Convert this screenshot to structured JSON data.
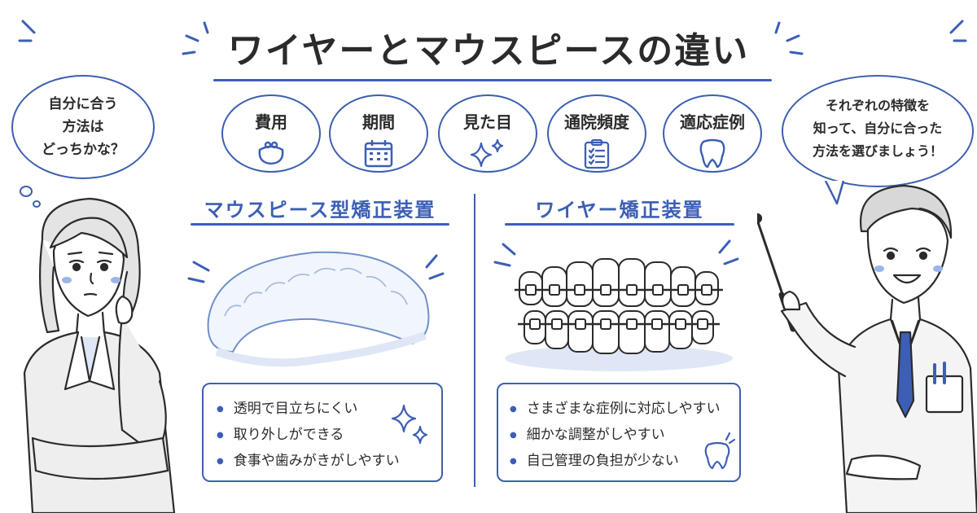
{
  "title": "ワイヤーとマウスピースの違い",
  "categories": [
    {
      "label": "費用",
      "icon": "coin-purse-icon"
    },
    {
      "label": "期間",
      "icon": "calendar-icon"
    },
    {
      "label": "見た目",
      "icon": "sparkle-icon"
    },
    {
      "label": "通院頻度",
      "icon": "checklist-icon"
    },
    {
      "label": "適応症例",
      "icon": "tooth-icon"
    }
  ],
  "left_bubble": {
    "lines": [
      "自分に合う",
      "方法は",
      "どっちかな？"
    ]
  },
  "right_bubble": {
    "lines": [
      "それぞれの特徴を",
      "知って、自分に合った",
      "方法を選びましょう！"
    ]
  },
  "mouthpiece": {
    "title": "マウスピース型矯正装置",
    "features": [
      "透明で目立ちにくい",
      "取り外しができる",
      "食事や歯みがきがしやすい"
    ]
  },
  "wire": {
    "title": "ワイヤー矯正装置",
    "features": [
      "さまざまな症例に対応しやすい",
      "細かな調整がしやすい",
      "自己管理の負担が少ない"
    ]
  },
  "colors": {
    "accent": "#3c5fb5",
    "tint": "#dfe7f7",
    "ink": "#2b2b2b"
  }
}
